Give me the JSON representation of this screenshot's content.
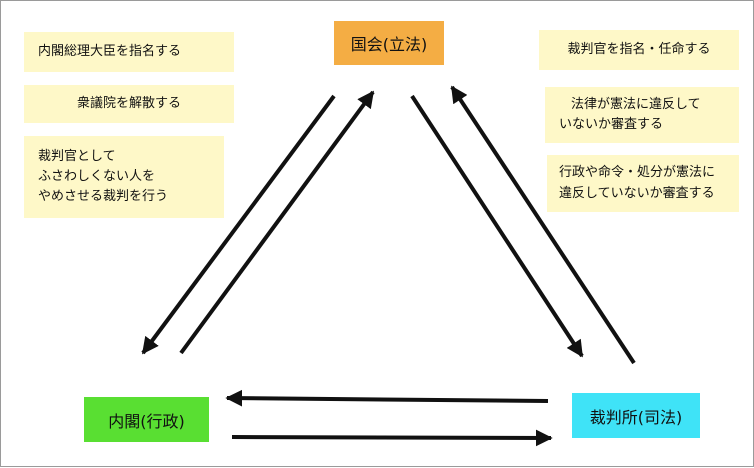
{
  "nodes": {
    "diet": {
      "label": "国会(立法)",
      "color": "#f4ad44"
    },
    "cabinet": {
      "label": "内閣(行政)",
      "color": "#59df32"
    },
    "court": {
      "label": "裁判所(司法)",
      "color": "#3fe3f7"
    }
  },
  "notes": {
    "left": [
      {
        "lines": [
          "内閣総理大臣を指名する"
        ]
      },
      {
        "lines": [
          "衆議院を解散する"
        ]
      },
      {
        "lines": [
          "裁判官として",
          "ふさわしくない人を",
          "やめさせる裁判を行う"
        ]
      }
    ],
    "right": [
      {
        "lines": [
          "裁判官を指名・任命する"
        ]
      },
      {
        "lines": [
          "法律が憲法に違反して",
          "いないか審査する"
        ]
      },
      {
        "lines": [
          "行政や命令・処分が憲法に",
          "違反していないか審査する"
        ]
      }
    ]
  },
  "colors": {
    "note_background": "#fef8c8",
    "arrow": "#111111"
  }
}
